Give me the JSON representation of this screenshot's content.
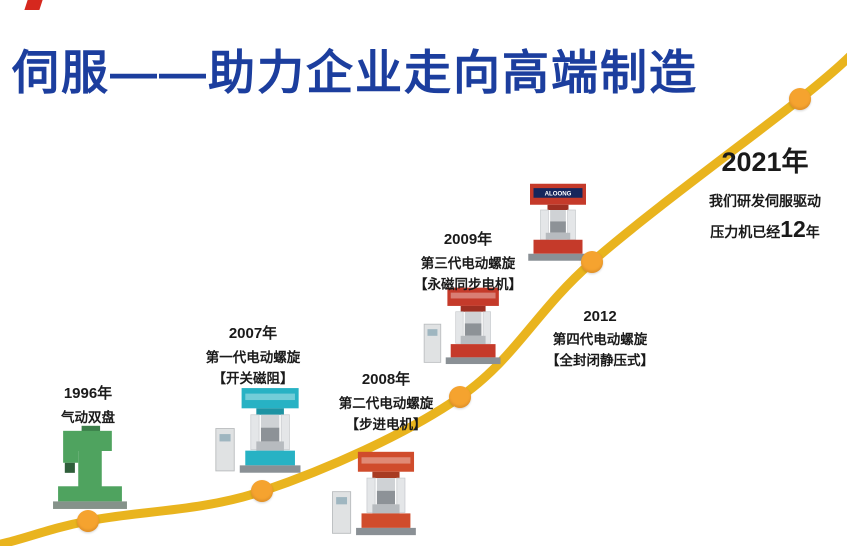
{
  "title": {
    "text": "伺服——助力企业走向高端制造"
  },
  "colors": {
    "title": "#1c3e9e",
    "curve": "#e9b41e",
    "dot": "#f5a32f",
    "dot_edge": "#e0912a",
    "text": "#1a1a1a",
    "machine_1996": "#4fa35f",
    "machine_2007": "#27b2c4",
    "machine_2008": "#d04c2c",
    "machine_2009": "#c53a2a",
    "machine_2021": "#c53a2a",
    "brand_band": "#16265c"
  },
  "milestones": [
    {
      "year": "1996年",
      "line1": "气动双盘",
      "line2": ""
    },
    {
      "year": "2007年",
      "line1": "第一代电动螺旋",
      "line2": "【开关磁阻】"
    },
    {
      "year": "2008年",
      "line1": "第二代电动螺旋",
      "line2": "【步进电机】"
    },
    {
      "year": "2009年",
      "line1": "第三代电动螺旋",
      "line2": "【永磁同步电机】"
    },
    {
      "year": "2012",
      "line1": "第四代电动螺旋",
      "line2": "【全封闭静压式】"
    }
  ],
  "highlight": {
    "year": "2021年",
    "line1": "我们研发伺服驱动",
    "line2_prefix": "压力机已经",
    "line2_number": "12",
    "line2_suffix": "年"
  },
  "machine_brand": "ALOONG"
}
